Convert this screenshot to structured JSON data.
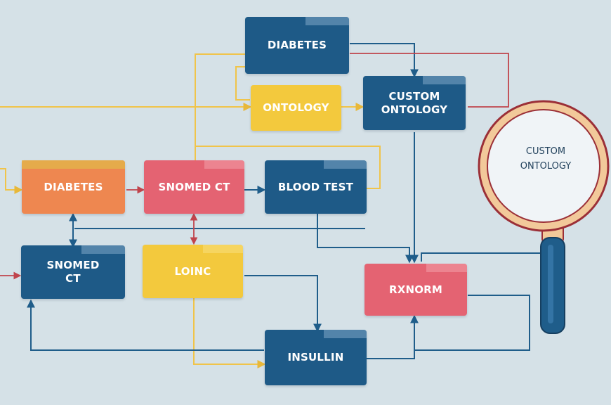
{
  "nodes": {
    "diabetes_top": "DIABETES",
    "ontology": "ONTOLOGY",
    "custom_ontology": "CUSTOM\nONTOLOGY",
    "diabetes_left": "DIABETES",
    "snomed_ct_mid": "SNOMED CT",
    "blood_test": "BLOOD TEST",
    "snomed_ct_left": "SNOMED\nCT",
    "loinc": "LOINC",
    "rxnorm": "RXNORM",
    "insulin": "INSULLIN"
  },
  "magnifier": {
    "label": "CUSTOM\nONTOLOGY"
  },
  "colors": {
    "background": "#d5e1e7",
    "blue": "#1e5a87",
    "orange": "#ee8750",
    "pink": "#e46372",
    "yellow": "#f3c93d",
    "wire_blue": "#1f5d8a",
    "wire_yellow": "#f0c44a",
    "wire_red": "#c0444c",
    "magnifier_rim": "#9b2f37",
    "magnifier_handle": "#1f5d8a"
  }
}
